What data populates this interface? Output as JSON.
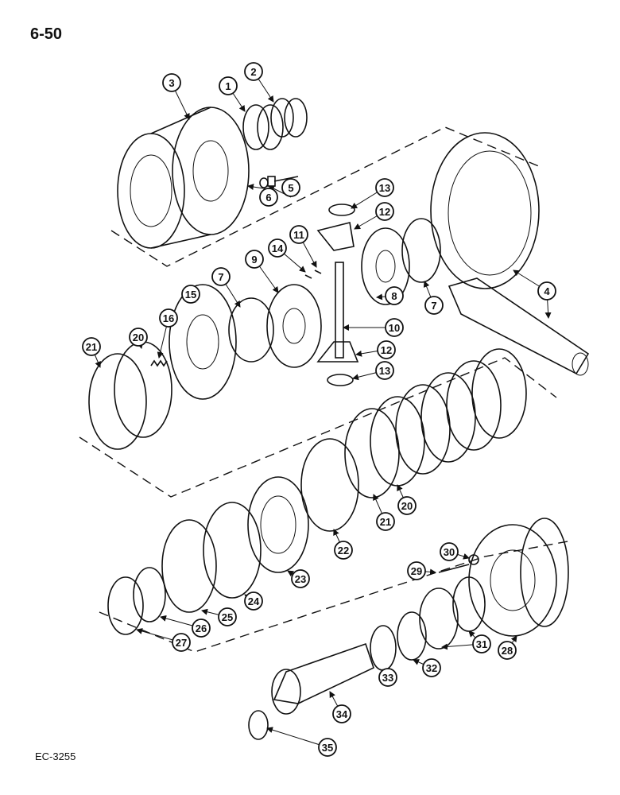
{
  "page": {
    "number": "6-50",
    "drawing_code": "EC-3255"
  },
  "callouts": [
    "1",
    "2",
    "3",
    "4",
    "5",
    "6",
    "7",
    "7",
    "8",
    "9",
    "10",
    "11",
    "12",
    "12",
    "13",
    "13",
    "14",
    "15",
    "16",
    "20",
    "20",
    "21",
    "21",
    "22",
    "23",
    "24",
    "25",
    "26",
    "27",
    "28",
    "29",
    "30",
    "31",
    "32",
    "33",
    "34",
    "35"
  ]
}
